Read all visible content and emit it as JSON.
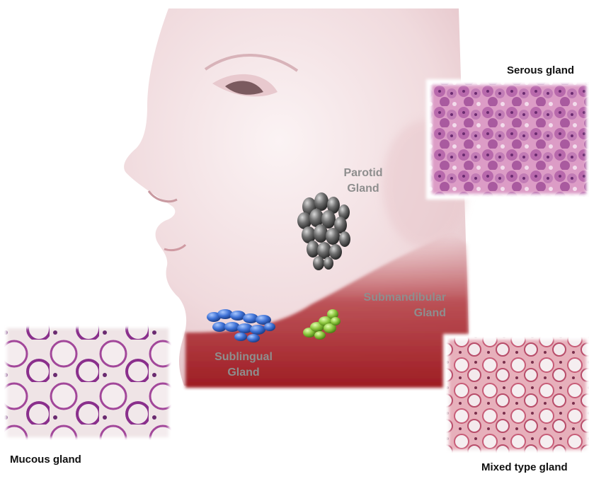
{
  "captions": {
    "serous": "Serous gland",
    "mucous": "Mucous gland",
    "mixed": "Mixed type gland"
  },
  "glands": {
    "parotid": {
      "line1": "Parotid",
      "line2": "Gland"
    },
    "submandibular": {
      "line1": "Submandibular",
      "line2": "Gland"
    },
    "sublingual": {
      "line1": "Sublingual",
      "line2": "Gland"
    }
  },
  "colors": {
    "skin": "#f3e2e4",
    "neck_shadow": "#a51e24",
    "parotid": "#4a4a4a",
    "submandibular": "#8cc63f",
    "sublingual": "#3f72d6",
    "histology_pink": "#d98fbc",
    "histology_purple": "#8a2f8c"
  }
}
